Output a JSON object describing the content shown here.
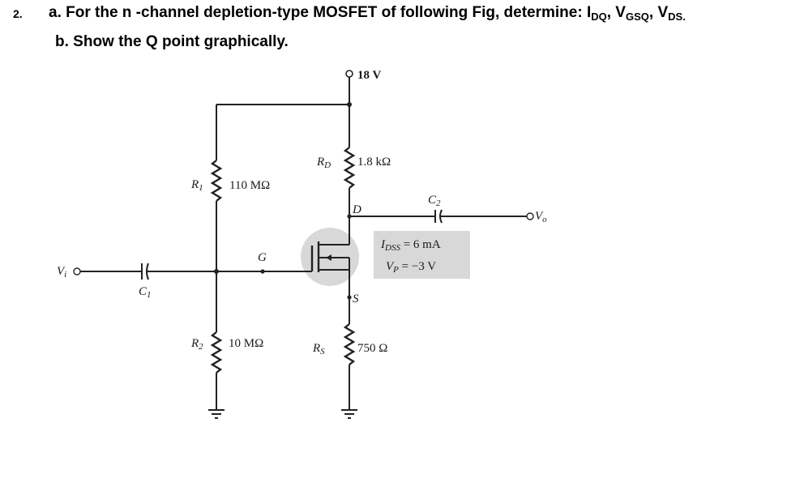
{
  "question": {
    "number": "2.",
    "part_a_prefix": "a. For the   n -channel depletion-type MOSFET of following Fig, determine: ",
    "q1": "I",
    "q1_sub": "DQ",
    "sep1": ", ",
    "q2": "V",
    "q2_sub": "GSQ",
    "sep2": ", ",
    "q3": "V",
    "q3_sub": "DS.",
    "part_b": "b. Show the Q point graphically."
  },
  "circuit": {
    "supply": "18 V",
    "rd_label": "R",
    "rd_sub": "D",
    "rd_value": "1.8 kΩ",
    "r1_label": "R",
    "r1_sub": "1",
    "r1_value": "110 MΩ",
    "r2_label": "R",
    "r2_sub": "2",
    "r2_value": "10 MΩ",
    "rs_label": "R",
    "rs_sub": "S",
    "rs_value": "750 Ω",
    "c1_label": "C",
    "c1_sub": "1",
    "c2_label": "C",
    "c2_sub": "2",
    "input_label": "V",
    "input_sub": "i",
    "output_label": "V",
    "output_sub": "o",
    "gate": "G",
    "drain": "D",
    "source": "S",
    "idss_label": "I",
    "idss_sub": "DSS",
    "idss_value": " = 6 mA",
    "vp_label": "V",
    "vp_sub": "P",
    "vp_value": " = −3 V",
    "param_box_color": "#d8d8d8",
    "mosfet_circle_color": "#d8d8d8"
  }
}
